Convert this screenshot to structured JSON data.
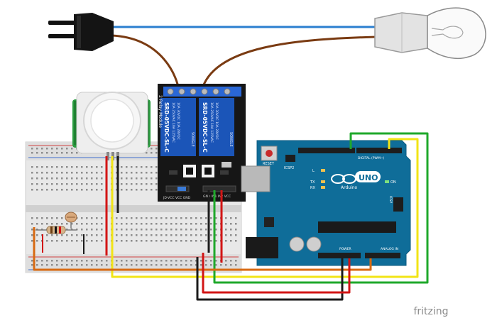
{
  "relay_module": {
    "title": "2 Relay Module",
    "relay_part": "SRD-05VDC-SL-C",
    "relay_brand": "SONGLE",
    "relay_ratings": [
      "10A 250VAC 10A 125VAC",
      "10A 30VDC 10A 28VDC"
    ],
    "header_pins": "JD-VCC VCC GND",
    "input_pins": "GND IN1 IN2 VCC"
  },
  "arduino": {
    "model": "UNO",
    "brand": "Arduino",
    "reset_label": "RESET",
    "icsp_label": "ICSP2",
    "icsp1_label": "ICSP",
    "digital_label": "DIGITAL (PWM~)",
    "power_label": "POWER",
    "analog_label": "ANALOG IN",
    "led_l": "L",
    "led_tx": "TX",
    "led_rx": "RX",
    "led_on": "ON"
  },
  "watermark": "fritzing",
  "colors": {
    "board_blue": "#0f6d99",
    "relay_black": "#161616",
    "relay_blue": "#1b55b8",
    "wire_green": "#1fa82b",
    "wire_yellow": "#f2e416",
    "wire_orange": "#d86a12",
    "wire_red": "#d21515",
    "wire_black": "#1b1b1b",
    "wire_brown": "#7a3b12",
    "wire_blue": "#2b7fcf"
  }
}
